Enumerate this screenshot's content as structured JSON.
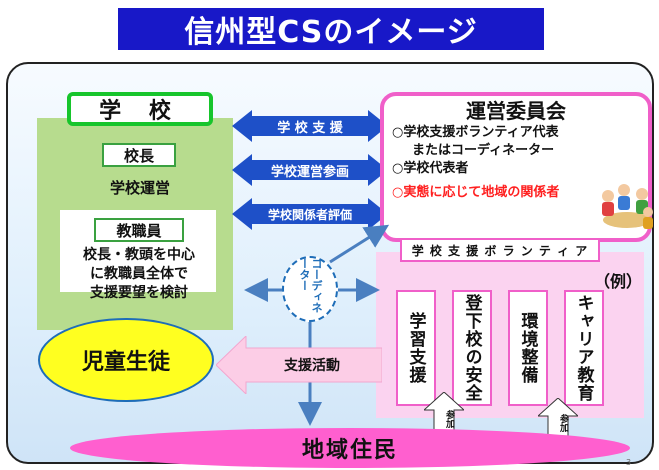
{
  "title": "信州型CSのイメージ",
  "school": {
    "title": "学 校",
    "principal": "校長",
    "management": "学校運営",
    "staff": "教職員",
    "staff_desc": [
      "校長・教頭を中心",
      "に教職員全体で",
      "支援要望を検討"
    ]
  },
  "arrows": {
    "support": "学 校 支 援",
    "participation": "学校運営参画",
    "evaluation": "学校関係者評価",
    "activity": "支援活動"
  },
  "committee": {
    "title": "運営委員会",
    "items": [
      "○学校支援ボランティア代表",
      "またはコーディネーター",
      "○学校代表者"
    ],
    "item_red": "○実態に応じて地域の関係者"
  },
  "volunteer": {
    "banner": "学 校 支 援 ボ ラ ン テ ィ ア",
    "example": "（例）",
    "columns": [
      "学習支援",
      "登下校の安全",
      "環境整備",
      "キャリア教育"
    ],
    "join": "参加"
  },
  "coordinator": "コーディネーター",
  "students": "児童生徒",
  "residents": "地域住民",
  "page_number": "3",
  "colors": {
    "title_bg": "#1818c8",
    "arrow_blue": "#1e50c8",
    "green_panel": "#b7dc8e",
    "pink": "#f05fc9",
    "yellow": "#ffff20",
    "red_text": "#ff2020"
  }
}
